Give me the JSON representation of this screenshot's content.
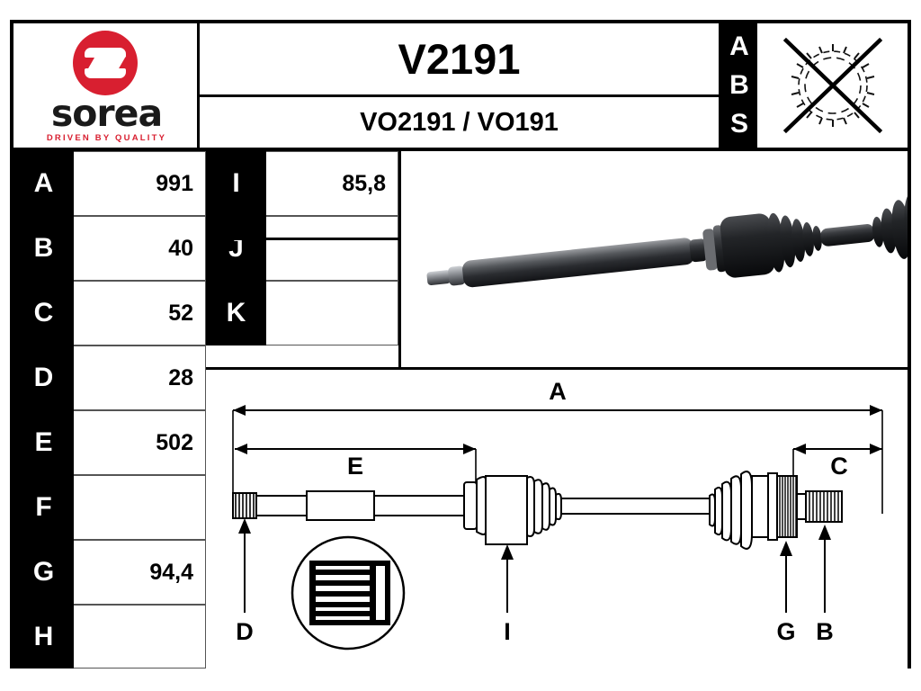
{
  "brand": {
    "name": "sorea",
    "tagline": "DRIVEN BY QUALITY",
    "logo_icon": "sorea-s-logo-icon",
    "logo_color": "#d81f30"
  },
  "header": {
    "title": "V2191",
    "subtitle": "VO2191 / VO191",
    "abs": {
      "letters": [
        "A",
        "B",
        "S"
      ],
      "symbol_icon": "abs-ring-crossed-out-icon"
    }
  },
  "spec_table": {
    "column_1": [
      {
        "label": "A",
        "value": "991"
      },
      {
        "label": "B",
        "value": "40"
      },
      {
        "label": "C",
        "value": "52"
      },
      {
        "label": "D",
        "value": "28"
      },
      {
        "label": "E",
        "value": "502"
      },
      {
        "label": "F",
        "value": ""
      },
      {
        "label": "G",
        "value": "94,4"
      },
      {
        "label": "H",
        "value": ""
      }
    ],
    "column_2": [
      {
        "label": "I",
        "value": "85,8"
      },
      {
        "label": "J",
        "value": ""
      },
      {
        "label": "K",
        "value": ""
      }
    ]
  },
  "photo": {
    "alt_name": "drive-shaft-photograph"
  },
  "drawing": {
    "alt_name": "drive-shaft-technical-drawing",
    "dimension_labels": [
      "A",
      "E",
      "C"
    ],
    "callout_labels": [
      "D",
      "I",
      "G",
      "B"
    ],
    "detail_inset": "spline-detail-circle"
  }
}
